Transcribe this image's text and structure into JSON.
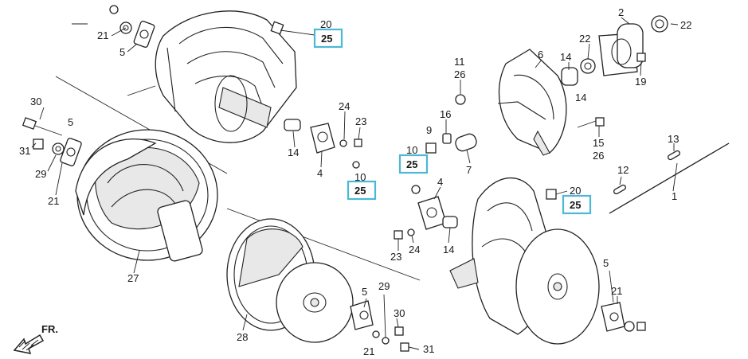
{
  "diagram": {
    "highlight_color": "#4cb8d6",
    "front_arrow_label": "FR.",
    "part_labels": [
      "20",
      "21",
      "5",
      "30",
      "5",
      "31",
      "29",
      "21",
      "27",
      "24",
      "23",
      "14",
      "4",
      "10",
      "28",
      "5",
      "29",
      "30",
      "21",
      "31",
      "11",
      "26",
      "16",
      "9",
      "10",
      "7",
      "6",
      "14",
      "22",
      "14",
      "2",
      "22",
      "19",
      "15",
      "26",
      "4",
      "23",
      "24",
      "14",
      "20",
      "13",
      "12",
      "1",
      "5",
      "21"
    ],
    "highlighted_labels": [
      "25",
      "25",
      "25",
      "25"
    ]
  }
}
